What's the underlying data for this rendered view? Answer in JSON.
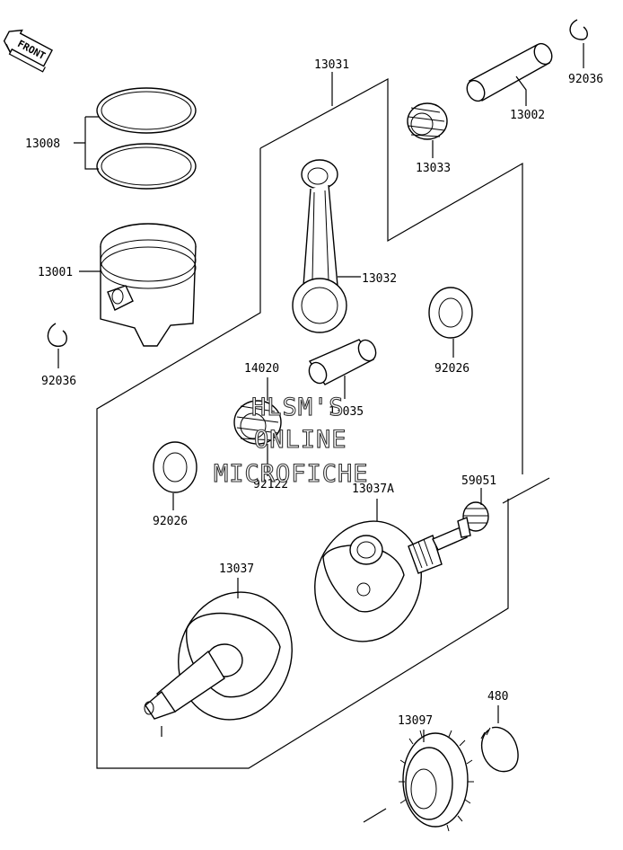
{
  "front_badge": "FRONT",
  "labels": {
    "p13031": "13031",
    "p13008": "13008",
    "p13001": "13001",
    "p92036_left": "92036",
    "p92036_right": "92036",
    "p13002": "13002",
    "p13033": "13033",
    "p13032": "13032",
    "p92026_right": "92026",
    "p92026_left": "92026",
    "p14020": "14020",
    "p13035": "13035",
    "p92122": "92122",
    "p13037A": "13037A",
    "p59051": "59051",
    "p13037": "13037",
    "p480": "480",
    "p13097": "13097"
  },
  "watermark": {
    "line1": "HLSM'S",
    "line2": "ONLINE",
    "line3": "MICROFICHE"
  }
}
